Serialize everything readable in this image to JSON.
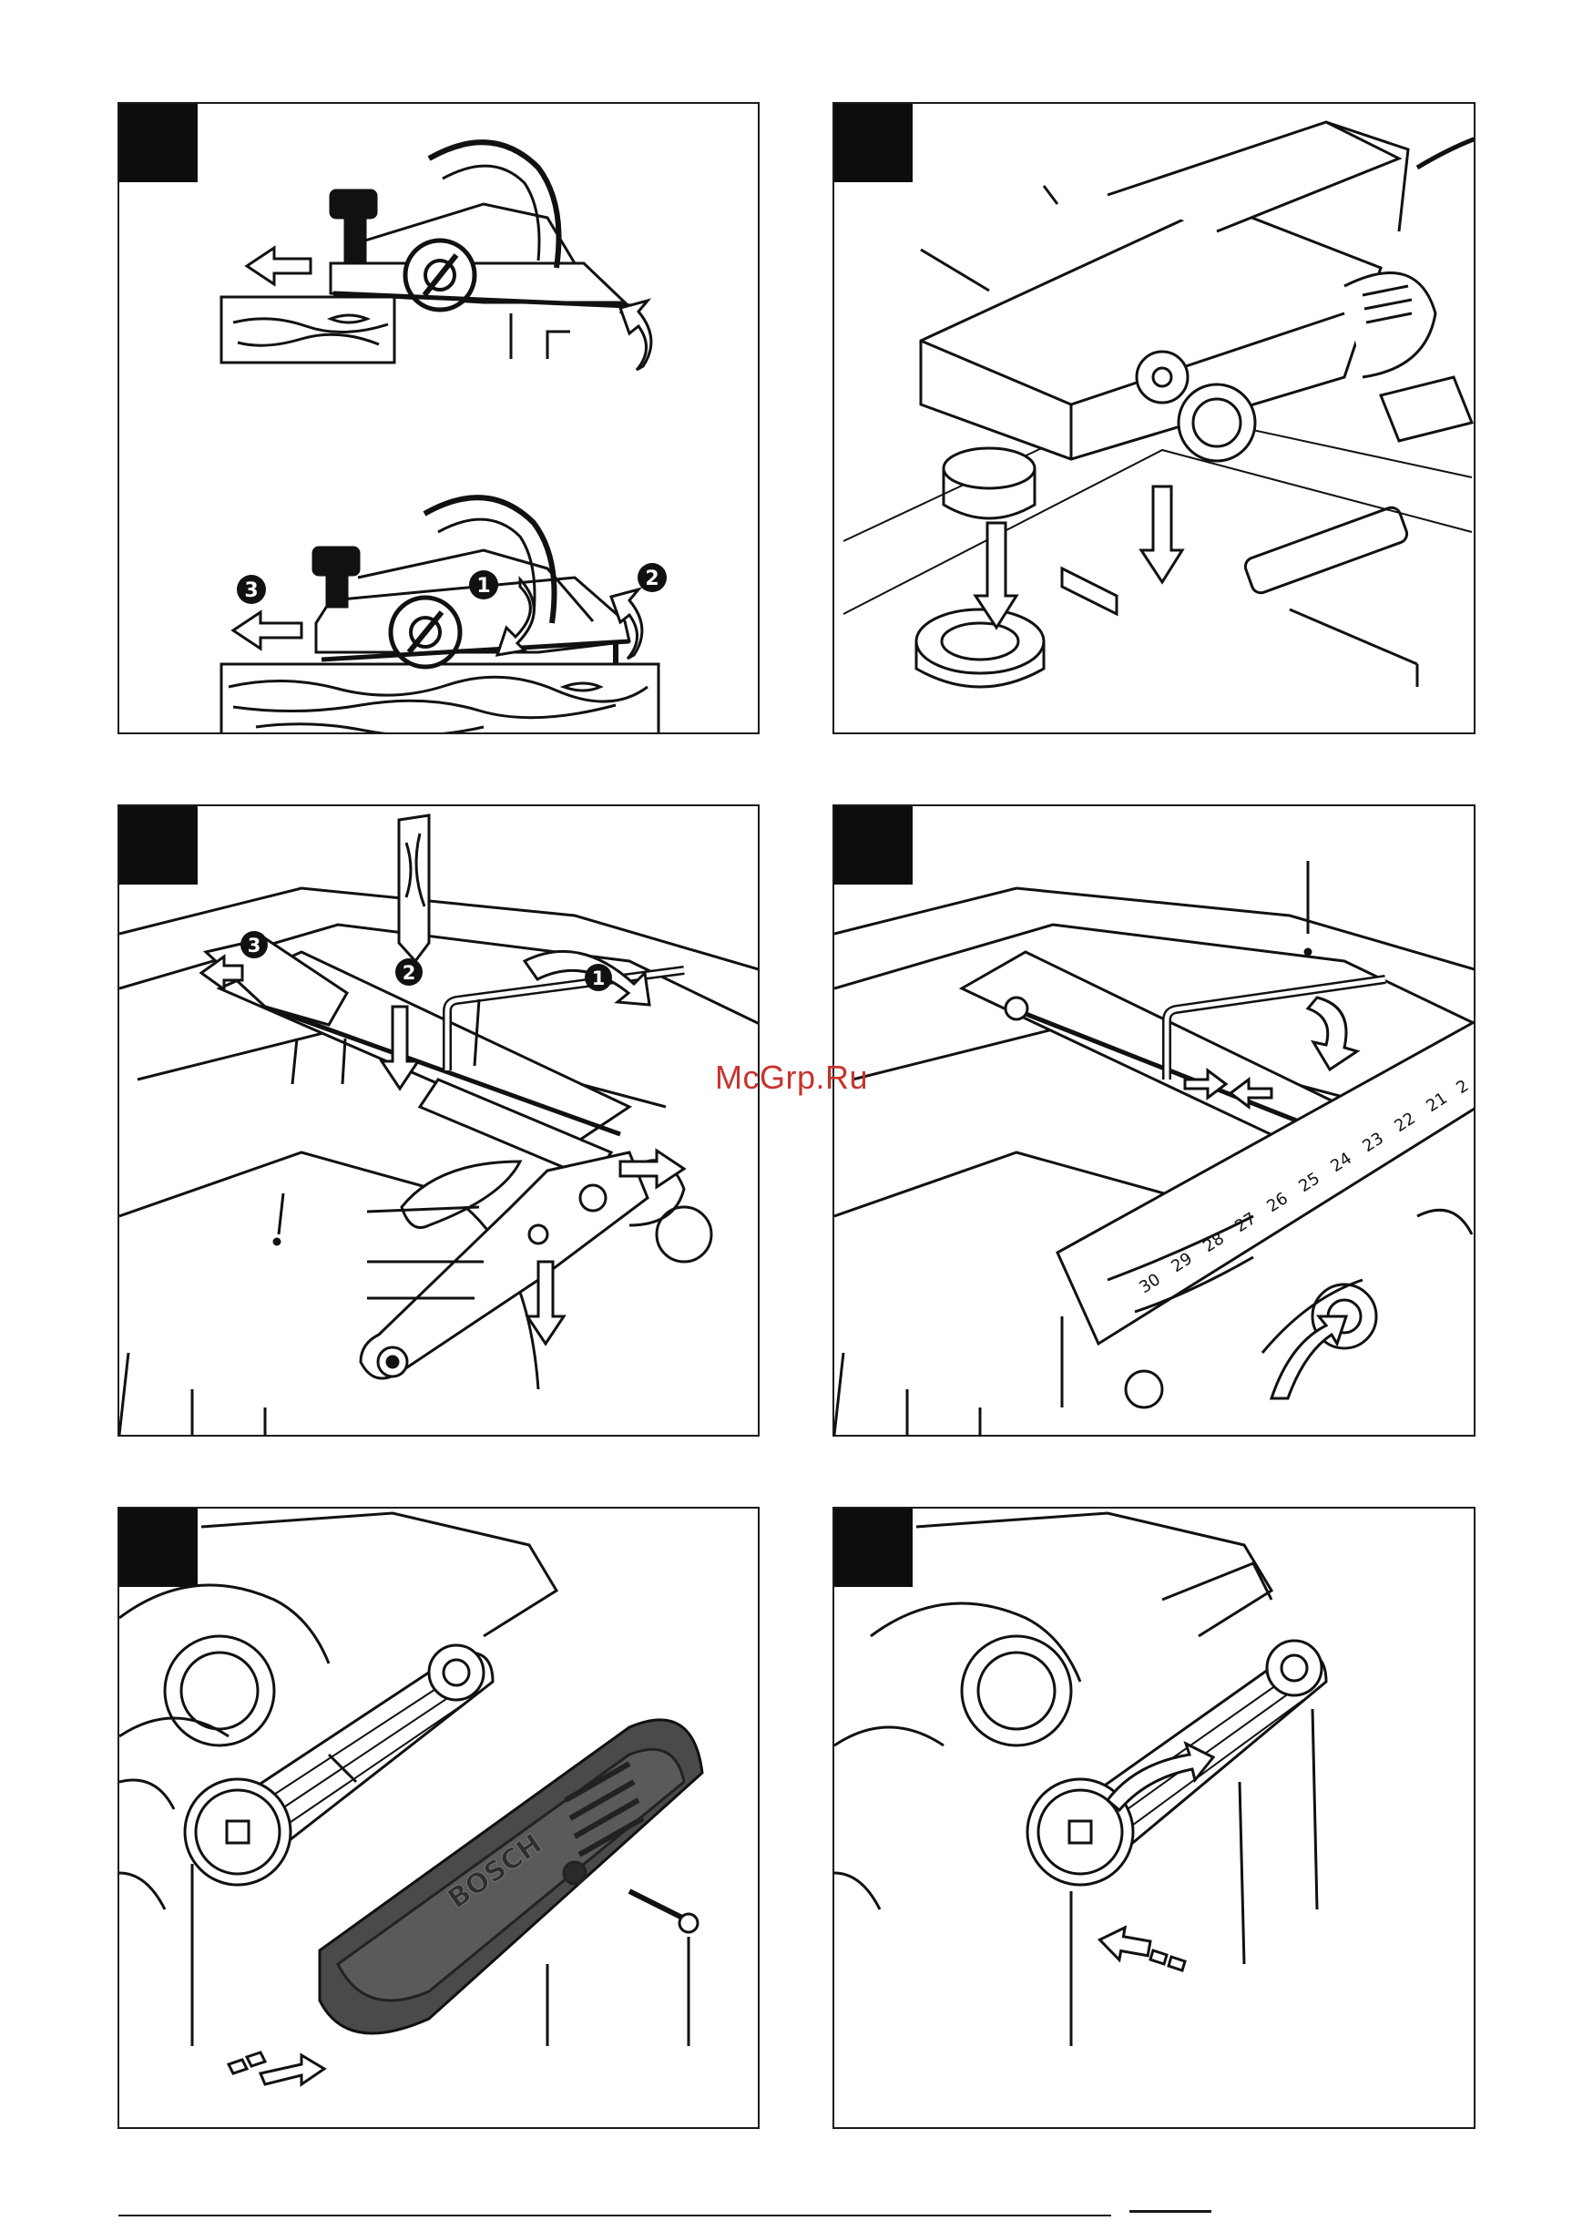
{
  "watermark": {
    "text": "McGrp.Ru",
    "color": "#c8332c"
  },
  "step_badges": {
    "one": "1",
    "two": "2",
    "three": "3"
  },
  "ruler": {
    "ticks": [
      "30",
      "29",
      "28",
      "27",
      "26",
      "25",
      "24",
      "23",
      "22",
      "21",
      "2"
    ]
  },
  "cover": {
    "brand": "BOSCH"
  },
  "figures": [
    {
      "name": "planer-start-stop",
      "icon": "planer-on-wood-icon"
    },
    {
      "name": "planer-parking-shoe",
      "icon": "planer-on-table-icon"
    },
    {
      "name": "blade-removal",
      "icon": "blade-change-icon"
    },
    {
      "name": "blade-height-setting",
      "icon": "ruler-setting-icon"
    },
    {
      "name": "belt-cover-removal",
      "icon": "belt-cover-icon"
    },
    {
      "name": "belt-fitting",
      "icon": "belt-drive-icon"
    }
  ]
}
